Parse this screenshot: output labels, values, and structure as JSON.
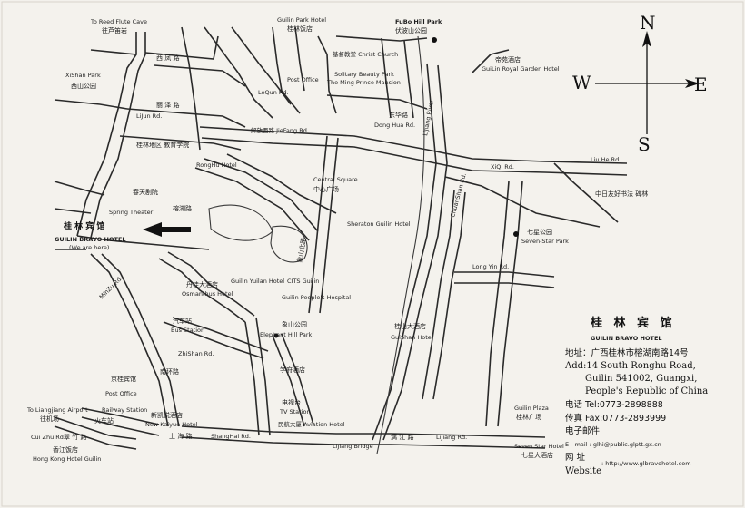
{
  "compass": {
    "north": "N",
    "south": "S",
    "east": "E",
    "west": "W"
  },
  "hotel_marker": {
    "name_cn": "桂 林 宾 馆",
    "name_en": "GUILIN BRAVO HOTEL",
    "note": "(We are here)"
  },
  "legend": {
    "title_cn": "桂 林 宾 馆",
    "title_en": "GUILIN BRAVO HOTEL",
    "address_cn": "地址：广西桂林市榕湖南路14号",
    "address_en_1": "Add:14 South Ronghu Road,",
    "address_en_2": "Guilin 541002, Guangxi,",
    "address_en_3": "People's Republic  of China",
    "tel": "电话    Tel:0773-2898888",
    "fax": "传真    Fax:0773-2893999",
    "email_cn": "电子邮件",
    "email": "E  -  mail : glhi@public.glptt.gx.cn",
    "web_cn": "网    址",
    "web": ": http://www.glbravohotel.com",
    "web_en": "Website"
  },
  "labels": [
    {
      "id": "reed-flute",
      "text": "To Reed Flute Cave"
    },
    {
      "id": "reed-flute-cn",
      "text": "往芦笛岩"
    },
    {
      "id": "xishan",
      "text": "XiShan Park"
    },
    {
      "id": "xishan-cn",
      "text": "西山公园"
    },
    {
      "id": "xifeng",
      "text": "西 凤 路"
    },
    {
      "id": "guilin-park",
      "text": "Guilin Park Hotel"
    },
    {
      "id": "guilin-park-cn",
      "text": "桂林饭店"
    },
    {
      "id": "fubo",
      "text": "FuBo Hill Park"
    },
    {
      "id": "fubo-cn",
      "text": "伏波山公园"
    },
    {
      "id": "guilin-royal",
      "text": "GuiLin Royal Garden Hotel"
    },
    {
      "id": "diwang",
      "text": "帝苑酒店"
    },
    {
      "id": "christ",
      "text": "基督教堂 Christ Church"
    },
    {
      "id": "solitary",
      "text": "Solitary Beauty Park"
    },
    {
      "id": "ming",
      "text": "The Ming Prince Mansion"
    },
    {
      "id": "post-office",
      "text": "Post Office"
    },
    {
      "id": "lequn",
      "text": "LeQun Rd."
    },
    {
      "id": "jiefang",
      "text": "解放西路 JieFang Rd."
    },
    {
      "id": "lijiang-river",
      "text": "LiJiang River"
    },
    {
      "id": "dongfeng",
      "text": "东华路"
    },
    {
      "id": "donghua",
      "text": "Dong Hua Rd."
    },
    {
      "id": "lijun",
      "text": "LiJun Rd."
    },
    {
      "id": "lizedong",
      "text": "丽 泽 路"
    },
    {
      "id": "education",
      "text": "桂林地区 教育学院"
    },
    {
      "id": "ronghu",
      "text": "RongHu Hotel"
    },
    {
      "id": "central-square",
      "text": "Central Square"
    },
    {
      "id": "zhongxin",
      "text": "中心广场"
    },
    {
      "id": "sheraton",
      "text": "Sheraton Guilin Hotel"
    },
    {
      "id": "xiqi",
      "text": "XiQi Rd."
    },
    {
      "id": "liuhe",
      "text": "Liu He Rd."
    },
    {
      "id": "youyi",
      "text": "中日友好书法 碑林"
    },
    {
      "id": "seven-star",
      "text": "Seven-Star Park"
    },
    {
      "id": "qixing",
      "text": "七星公园"
    },
    {
      "id": "spring",
      "text": "Spring Theater"
    },
    {
      "id": "chunt",
      "text": "春天剧院"
    },
    {
      "id": "ronghu-rd",
      "text": "榕湖路"
    },
    {
      "id": "osmanthus",
      "text": "Osmanthus Hotel"
    },
    {
      "id": "danggui",
      "text": "丹桂大酒店"
    },
    {
      "id": "minzu",
      "text": "MinZu Rd."
    },
    {
      "id": "guilin-yu",
      "text": "Guilin Yuilan Hotel"
    },
    {
      "id": "cits",
      "text": "CITS Guilin"
    },
    {
      "id": "peoples-hospital",
      "text": "Guilin People's Hospital"
    },
    {
      "id": "elephant",
      "text": "Elephant Hill Park"
    },
    {
      "id": "xiangshan",
      "text": "象山公园"
    },
    {
      "id": "bus-station",
      "text": "Bus Station"
    },
    {
      "id": "qiche",
      "text": "汽车站"
    },
    {
      "id": "zhishan",
      "text": "ZhiShan Rd."
    },
    {
      "id": "nanhuan",
      "text": "南环路"
    },
    {
      "id": "jingui",
      "text": "京桂宾馆"
    },
    {
      "id": "guishan",
      "text": "GuiShan Hotel"
    },
    {
      "id": "guishan-cn",
      "text": "桂山大酒店"
    },
    {
      "id": "chuanshan",
      "text": "ChuanShan Rd."
    },
    {
      "id": "longyin",
      "text": "Long Yin Rd."
    },
    {
      "id": "post-office-2",
      "text": "Post Office"
    },
    {
      "id": "railway",
      "text": "Railway Station"
    },
    {
      "id": "huochezhan",
      "text": "火车站"
    },
    {
      "id": "new-kaiyue",
      "text": "New Kaiyue Hotel"
    },
    {
      "id": "xinkaiyue",
      "text": "新凯悦酒店"
    },
    {
      "id": "tv-station",
      "text": "TV Station"
    },
    {
      "id": "dianshitai",
      "text": "电视台"
    },
    {
      "id": "aviation",
      "text": "民航大厦 Aviation Hotel"
    },
    {
      "id": "shanghai-rd",
      "text": "上 海 路"
    },
    {
      "id": "shanghai-en",
      "text": "ShangHai Rd."
    },
    {
      "id": "lijiang-rd",
      "text": "LiJiang Rd."
    },
    {
      "id": "liyang-rd",
      "text": "漓 江 路"
    },
    {
      "id": "lijiang-bridge",
      "text": "LiJiang Bridge"
    },
    {
      "id": "to-airport",
      "text": "To Liangjiang Airport"
    },
    {
      "id": "to-airport-cn",
      "text": "往机场"
    },
    {
      "id": "cuizhu",
      "text": "Cui Zhu Rd."
    },
    {
      "id": "cuizhu-cn",
      "text": "翠 竹 路"
    },
    {
      "id": "hongkong",
      "text": "Hong Kong Hotel Guilin"
    },
    {
      "id": "xianggang",
      "text": "香江饭店"
    },
    {
      "id": "guilin-plaza",
      "text": "Guilin Plaza"
    },
    {
      "id": "guilin-plaza-cn",
      "text": "桂林广场"
    },
    {
      "id": "seven-star-hotel",
      "text": "Seven Star Hotel"
    },
    {
      "id": "qixing-hotel",
      "text": "七星大酒店"
    },
    {
      "id": "xuefu",
      "text": "学府酒店"
    },
    {
      "id": "xiangshan-rd",
      "text": "象山北路"
    }
  ]
}
